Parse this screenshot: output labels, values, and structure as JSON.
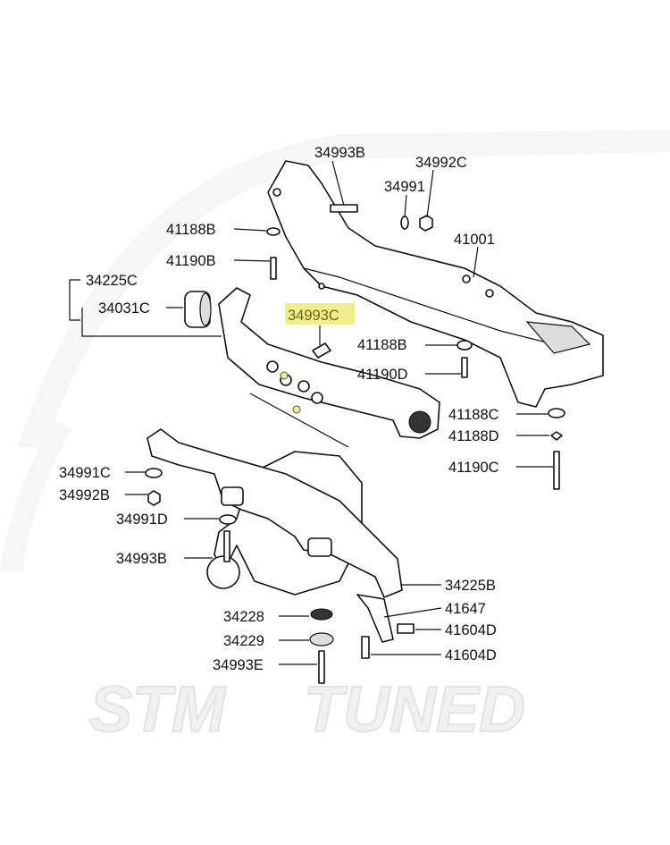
{
  "watermark": {
    "left": "STM",
    "right": "TUNED"
  },
  "highlight_color": "#f0ee8c",
  "labels": {
    "top_bolt": "34993B",
    "top_nut": "34992C",
    "top_washer": "34991",
    "crossmember": "41001",
    "l_41188B": "41188B",
    "l_41190B": "41190B",
    "support_assy": "34225C",
    "bushing": "34031C",
    "highlighted_bolt": "34993C",
    "r_41188B": "41188B",
    "r_41190D": "41190D",
    "r_41188C": "41188C",
    "r_41188D": "41188D",
    "r_41190C": "41190C",
    "l_34991C": "34991C",
    "l_34992B": "34992B",
    "l_34991D": "34991D",
    "l_34993B": "34993B",
    "lower_support": "34225B",
    "bracket": "41647",
    "bolt_a": "41604D",
    "bolt_b": "41604D",
    "washer_34228": "34228",
    "washer_34229": "34229",
    "bolt_34993E": "34993E"
  }
}
